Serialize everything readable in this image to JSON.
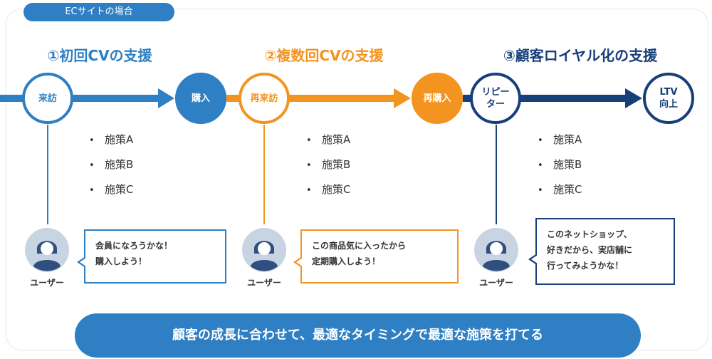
{
  "tag": "ECサイトの場合",
  "sections": [
    {
      "heading": "①初回CVの支援",
      "color": "#2e7fc3",
      "start_node": [
        "来訪"
      ],
      "end_node": [
        "購入"
      ],
      "measures": [
        "施策A",
        "施策B",
        "施策C"
      ],
      "user_label": "ユーザー",
      "bubble": [
        "会員になろうかな！",
        "購入しよう！"
      ]
    },
    {
      "heading": "②複数回CVの支援",
      "color": "#f39420",
      "start_node": [
        "再来訪"
      ],
      "end_node": [
        "再購入"
      ],
      "measures": [
        "施策A",
        "施策B",
        "施策C"
      ],
      "user_label": "ユーザー",
      "bubble": [
        "この商品気に入ったから",
        "定期購入しよう！"
      ]
    },
    {
      "heading": "③顧客ロイヤル化の支援",
      "color": "#173f7a",
      "start_node": [
        "リピー",
        "ター"
      ],
      "end_node": [
        "LTV",
        "向上"
      ],
      "measures": [
        "施策A",
        "施策B",
        "施策C"
      ],
      "user_label": "ユーザー",
      "bubble": [
        "このネットショップ、",
        "好きだから、実店舗に",
        "行ってみようかな！"
      ]
    }
  ],
  "banner": "顧客の成長に合わせて、最適なタイミングで最適な施策を打てる",
  "avatar_bg": "#c8d4e2",
  "avatar_fg": "#2e4f7f"
}
